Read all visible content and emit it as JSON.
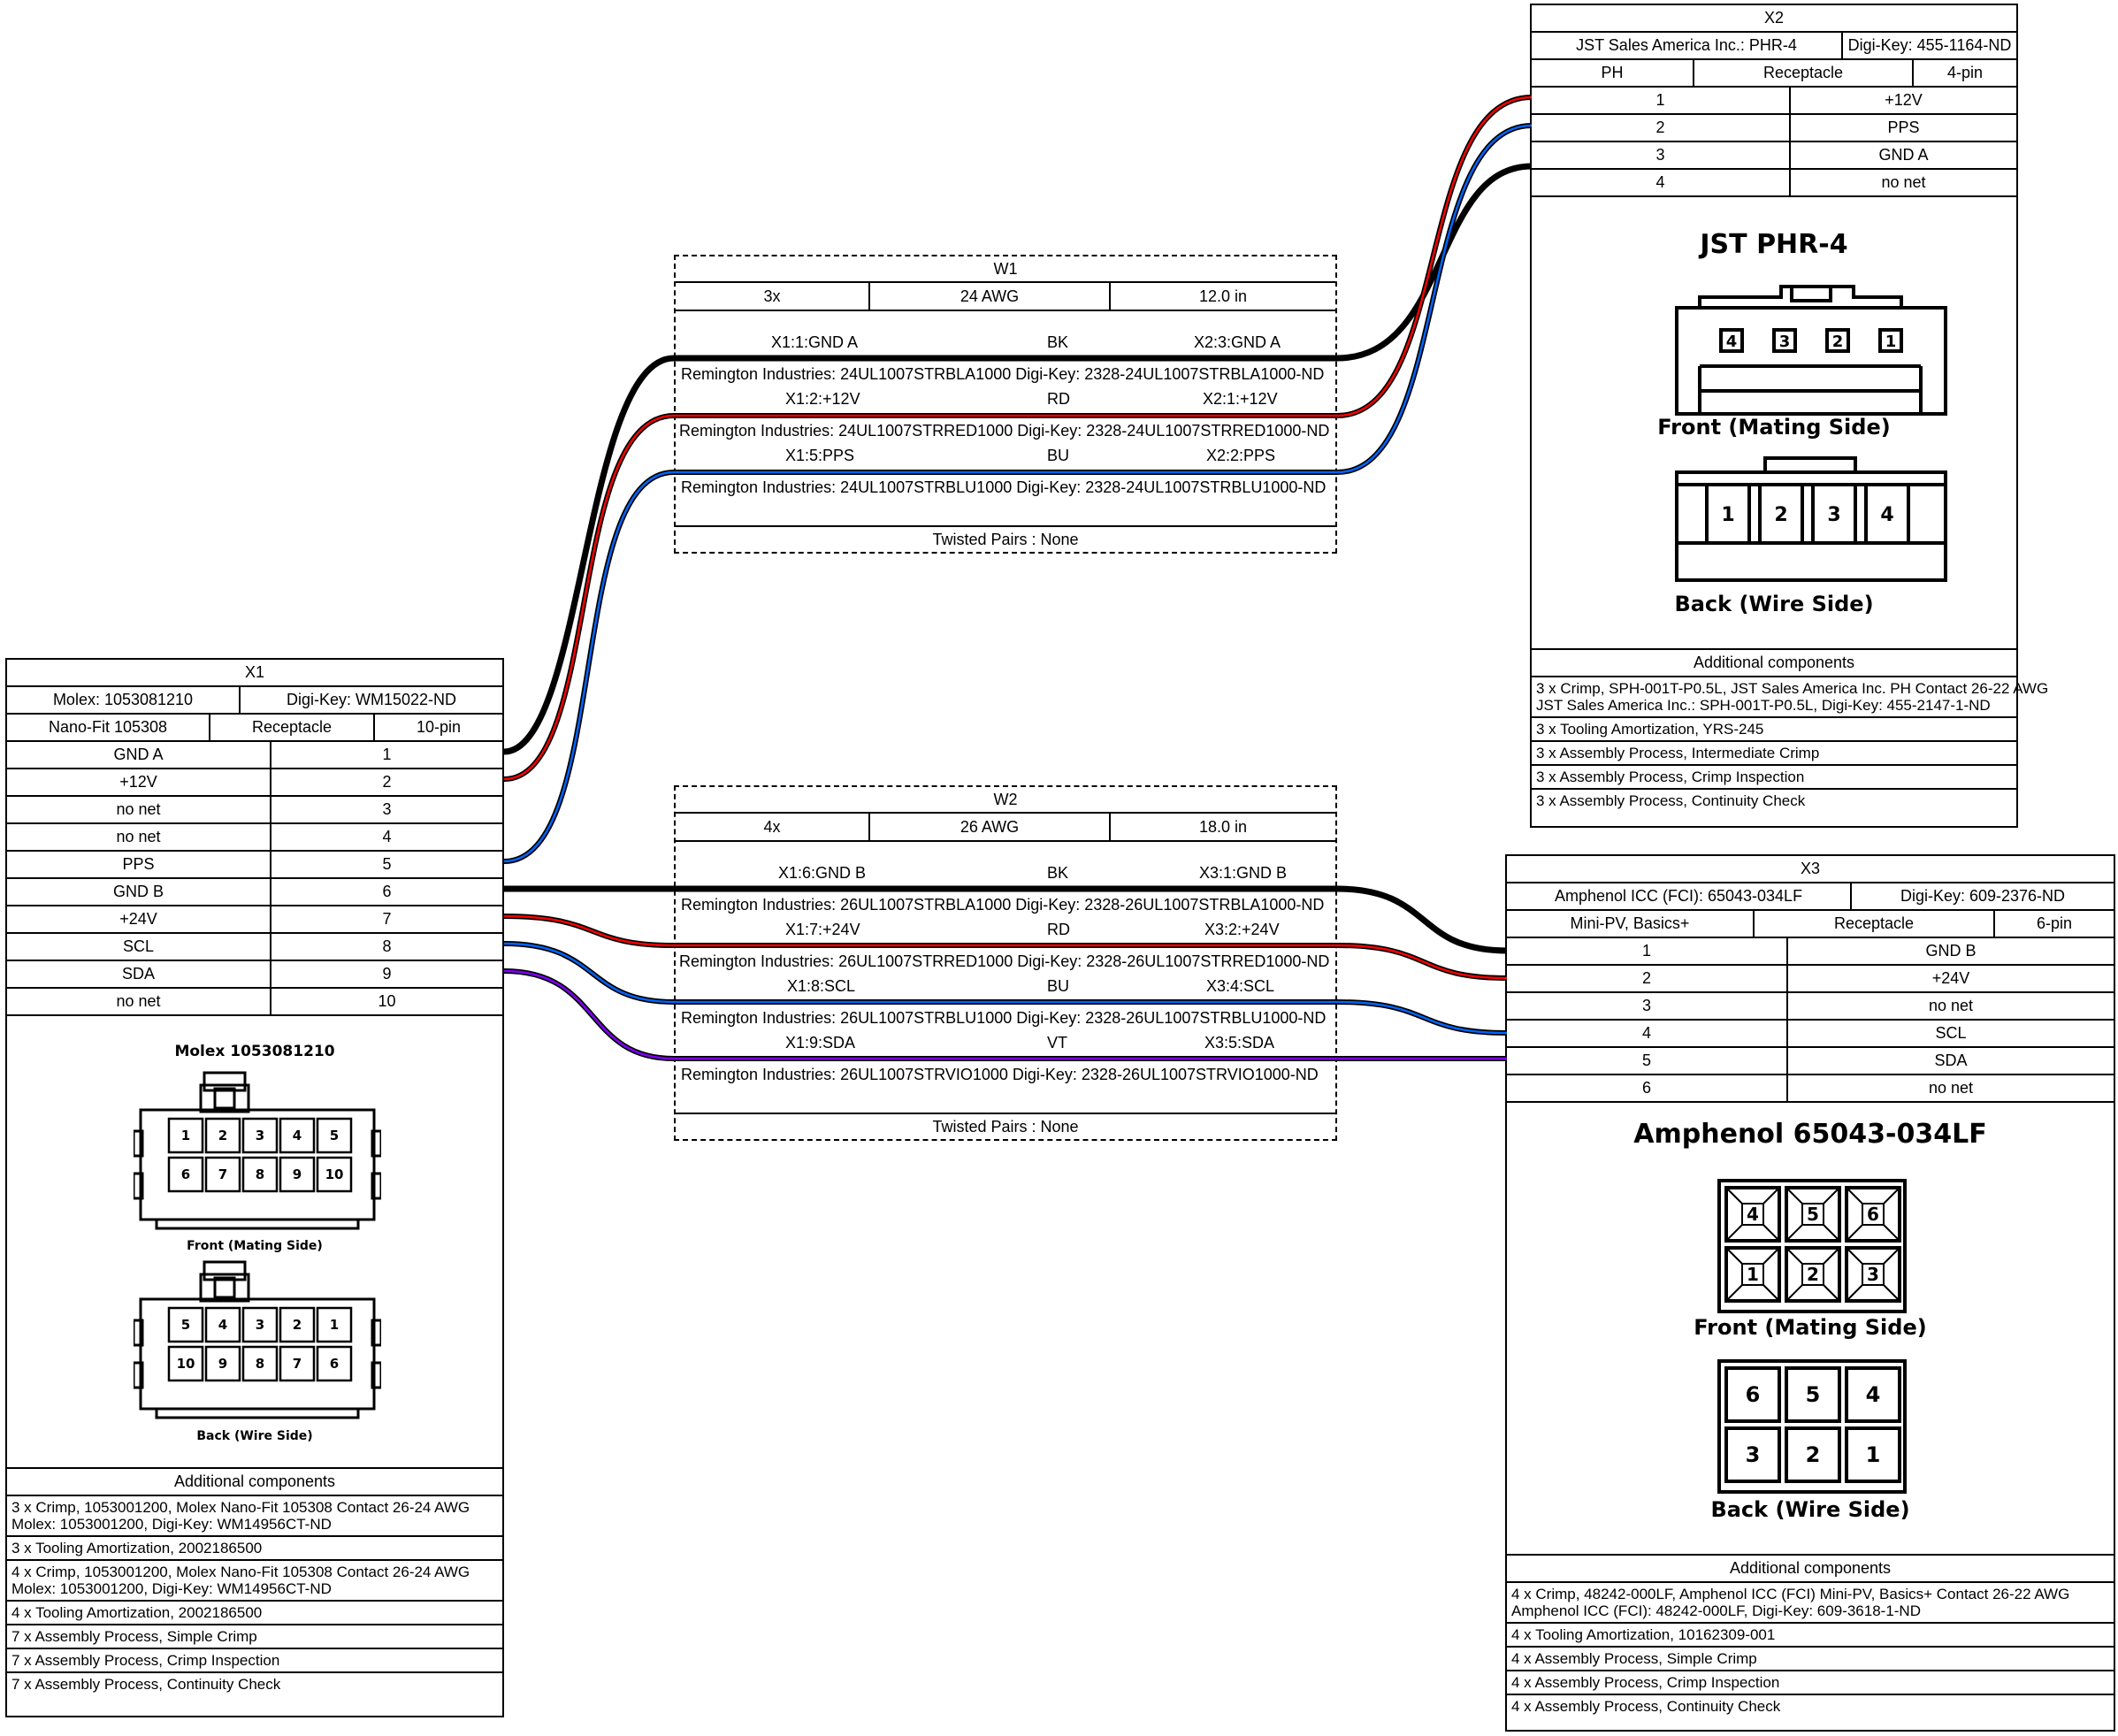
{
  "x1": {
    "title": "X1",
    "mfr": "Molex: 1053081210",
    "digikey": "Digi-Key: WM15022-ND",
    "series": "Nano-Fit 105308",
    "type": "Receptacle",
    "pincount": "10-pin",
    "pins": [
      {
        "net": "GND A",
        "pin": "1"
      },
      {
        "net": "+12V",
        "pin": "2"
      },
      {
        "net": "no net",
        "pin": "3"
      },
      {
        "net": "no net",
        "pin": "4"
      },
      {
        "net": "PPS",
        "pin": "5"
      },
      {
        "net": "GND B",
        "pin": "6"
      },
      {
        "net": "+24V",
        "pin": "7"
      },
      {
        "net": "SCL",
        "pin": "8"
      },
      {
        "net": "SDA",
        "pin": "9"
      },
      {
        "net": "no net",
        "pin": "10"
      }
    ],
    "image_title": "Molex 1053081210",
    "front_caption": "Front (Mating Side)",
    "back_caption": "Back (Wire Side)",
    "front_pins_top": [
      "1",
      "2",
      "3",
      "4",
      "5"
    ],
    "front_pins_bottom": [
      "6",
      "7",
      "8",
      "9",
      "10"
    ],
    "back_pins_top": [
      "5",
      "4",
      "3",
      "2",
      "1"
    ],
    "back_pins_bottom": [
      "10",
      "9",
      "8",
      "7",
      "6"
    ],
    "additional_title": "Additional components",
    "additional": [
      [
        "3 x Crimp, 1053001200, Molex Nano-Fit 105308 Contact 26-24 AWG",
        "Molex: 1053001200, Digi-Key: WM14956CT-ND"
      ],
      [
        "3 x Tooling Amortization, 2002186500"
      ],
      [
        "4 x Crimp, 1053001200, Molex Nano-Fit 105308 Contact 26-24 AWG",
        "Molex: 1053001200, Digi-Key: WM14956CT-ND"
      ],
      [
        "4 x Tooling Amortization, 2002186500"
      ],
      [
        "7 x Assembly Process, Simple Crimp"
      ],
      [
        "7 x Assembly Process, Crimp Inspection"
      ],
      [
        "7 x Assembly Process, Continuity Check"
      ]
    ]
  },
  "x2": {
    "title": "X2",
    "mfr": "JST Sales America Inc.: PHR-4",
    "digikey": "Digi-Key: 455-1164-ND",
    "series": "PH",
    "type": "Receptacle",
    "pincount": "4-pin",
    "pins": [
      {
        "pin": "1",
        "net": "+12V"
      },
      {
        "pin": "2",
        "net": "PPS"
      },
      {
        "pin": "3",
        "net": "GND A"
      },
      {
        "pin": "4",
        "net": "no net"
      }
    ],
    "image_title": "JST PHR-4",
    "front_caption": "Front (Mating Side)",
    "back_caption": "Back (Wire Side)",
    "front_pins": [
      "4",
      "3",
      "2",
      "1"
    ],
    "back_pins": [
      "1",
      "2",
      "3",
      "4"
    ],
    "additional_title": "Additional components",
    "additional": [
      [
        "3 x Crimp, SPH-001T-P0.5L, JST Sales America Inc. PH Contact 26-22 AWG",
        "JST Sales America Inc.: SPH-001T-P0.5L, Digi-Key: 455-2147-1-ND"
      ],
      [
        "3 x Tooling Amortization, YRS-245"
      ],
      [
        "3 x Assembly Process, Intermediate Crimp"
      ],
      [
        "3 x Assembly Process, Crimp Inspection"
      ],
      [
        "3 x Assembly Process, Continuity Check"
      ]
    ]
  },
  "x3": {
    "title": "X3",
    "mfr": "Amphenol ICC (FCI): 65043-034LF",
    "digikey": "Digi-Key: 609-2376-ND",
    "series": "Mini-PV, Basics+",
    "type": "Receptacle",
    "pincount": "6-pin",
    "pins": [
      {
        "pin": "1",
        "net": "GND B"
      },
      {
        "pin": "2",
        "net": "+24V"
      },
      {
        "pin": "3",
        "net": "no net"
      },
      {
        "pin": "4",
        "net": "SCL"
      },
      {
        "pin": "5",
        "net": "SDA"
      },
      {
        "pin": "6",
        "net": "no net"
      }
    ],
    "image_title": "Amphenol 65043-034LF",
    "front_caption": "Front (Mating Side)",
    "back_caption": "Back (Wire Side)",
    "front_pins_top": [
      "4",
      "5",
      "6"
    ],
    "front_pins_bottom": [
      "1",
      "2",
      "3"
    ],
    "back_pins_top": [
      "6",
      "5",
      "4"
    ],
    "back_pins_bottom": [
      "3",
      "2",
      "1"
    ],
    "additional_title": "Additional components",
    "additional": [
      [
        "4 x Crimp, 48242-000LF, Amphenol ICC (FCI) Mini-PV, Basics+ Contact 26-22 AWG",
        "Amphenol ICC (FCI): 48242-000LF, Digi-Key: 609-3618-1-ND"
      ],
      [
        "4 x Tooling Amortization, 10162309-001"
      ],
      [
        "4 x Assembly Process, Simple Crimp"
      ],
      [
        "4 x Assembly Process, Crimp Inspection"
      ],
      [
        "4 x Assembly Process, Continuity Check"
      ]
    ]
  },
  "w1": {
    "title": "W1",
    "count": "3x",
    "gauge": "24 AWG",
    "length": "12.0 in",
    "wires": [
      {
        "from": "X1:1:GND A",
        "color_code": "BK",
        "to": "X2:3:GND A",
        "part": "Remington Industries: 24UL1007STRBLA1000  Digi-Key: 2328-24UL1007STRBLA1000-ND",
        "color": "#000000"
      },
      {
        "from": "X1:2:+12V",
        "color_code": "RD",
        "to": "X2:1:+12V",
        "part": "Remington Industries: 24UL1007STRRED1000  Digi-Key: 2328-24UL1007STRRED1000-ND",
        "color": "#ff0000"
      },
      {
        "from": "X1:5:PPS",
        "color_code": "BU",
        "to": "X2:2:PPS",
        "part": "Remington Industries: 24UL1007STRBLU1000  Digi-Key: 2328-24UL1007STRBLU1000-ND",
        "color": "#0066ff"
      }
    ],
    "twisted": "Twisted Pairs :  None"
  },
  "w2": {
    "title": "W2",
    "count": "4x",
    "gauge": "26 AWG",
    "length": "18.0 in",
    "wires": [
      {
        "from": "X1:6:GND B",
        "color_code": "BK",
        "to": "X3:1:GND B",
        "part": "Remington Industries: 26UL1007STRBLA1000  Digi-Key: 2328-26UL1007STRBLA1000-ND",
        "color": "#000000"
      },
      {
        "from": "X1:7:+24V",
        "color_code": "RD",
        "to": "X3:2:+24V",
        "part": "Remington Industries: 26UL1007STRRED1000  Digi-Key: 2328-26UL1007STRRED1000-ND",
        "color": "#ff0000"
      },
      {
        "from": "X1:8:SCL",
        "color_code": "BU",
        "to": "X3:4:SCL",
        "part": "Remington Industries: 26UL1007STRBLU1000  Digi-Key: 2328-26UL1007STRBLU1000-ND",
        "color": "#0066ff"
      },
      {
        "from": "X1:9:SDA",
        "color_code": "VT",
        "to": "X3:5:SDA",
        "part": "Remington Industries: 26UL1007STRVIO1000  Digi-Key: 2328-26UL1007STRVIO1000-ND",
        "color": "#8000ff"
      }
    ],
    "twisted": "Twisted Pairs :  None"
  }
}
